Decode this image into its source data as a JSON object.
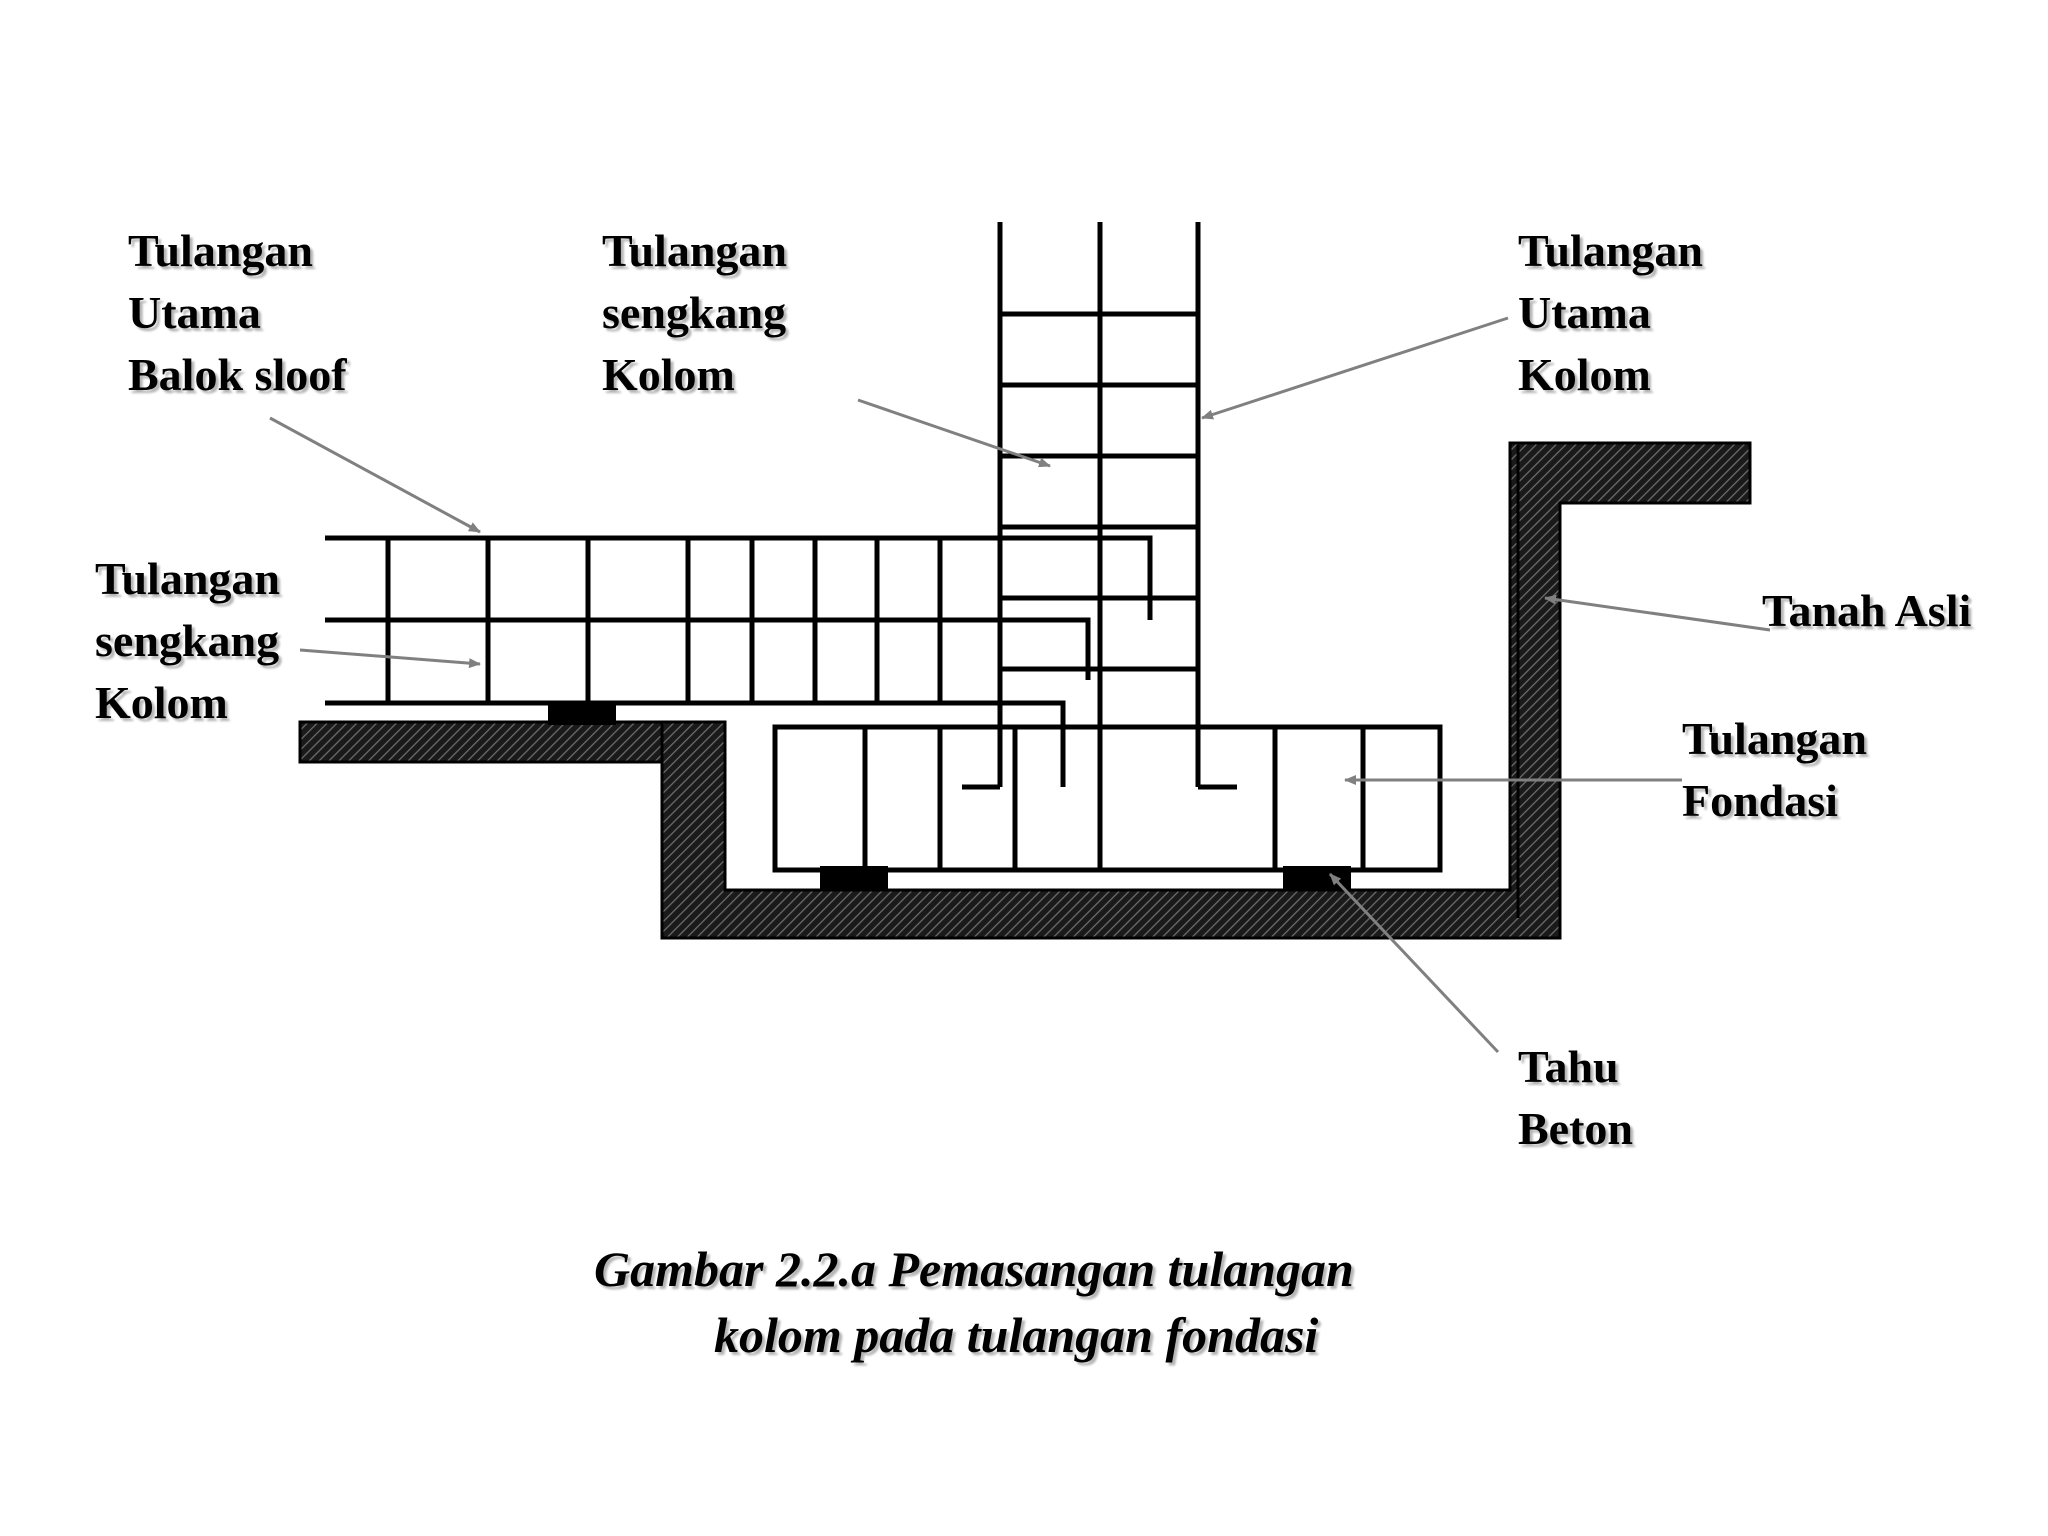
{
  "labels": {
    "sloof_main": [
      "Tulangan",
      "Utama",
      "Balok sloof"
    ],
    "column_stirrup_top": [
      "Tulangan",
      "sengkang",
      "Kolom"
    ],
    "column_main": [
      "Tulangan",
      "Utama",
      "Kolom"
    ],
    "column_stirrup_left": [
      "Tulangan",
      "sengkang",
      "Kolom"
    ],
    "native_soil": "Tanah Asli",
    "foundation_rebar": [
      "Tulangan",
      "Fondasi"
    ],
    "concrete_block": [
      "Tahu",
      "Beton"
    ]
  },
  "caption": {
    "line1": "Gambar 2.2.a Pemasangan tulangan",
    "line2": "kolom pada tulangan fondasi"
  },
  "colors": {
    "rebar": "#000000",
    "leader": "#808080",
    "hatch_bg": "#1a1a1a",
    "hatch_line": "#6e6e6e",
    "text_shadow": "#b5b5b5"
  }
}
